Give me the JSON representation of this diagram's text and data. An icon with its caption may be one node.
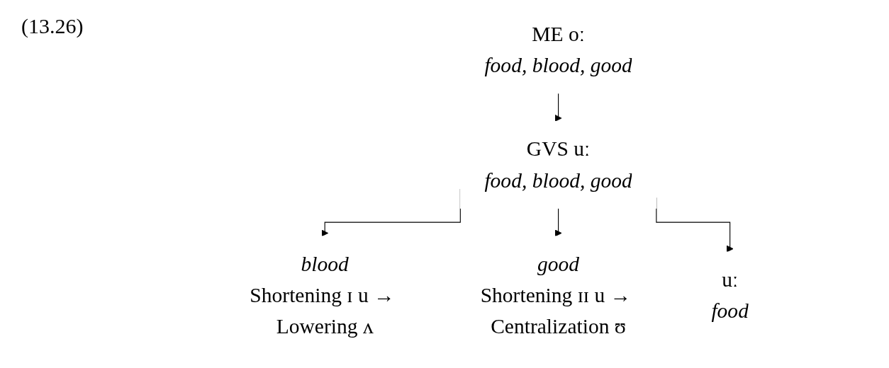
{
  "diagram": {
    "nodes": [
      {
        "text": [
          "ME oː",
          "food, blood, good"
        ]
      },
      {
        "text": [
          "GVS uː",
          "food, blood, good"
        ]
      },
      {
        "text": [
          "blood",
          "Shortening ɪ u → Lowering ʌ"
        ]
      },
      {
        "text": [
          "good",
          "Shortening ɪɪ u → Centralization ʊ"
        ]
      },
      {
        "text": [
          "uː",
          "food"
        ]
      }
    ],
    "edges": [
      {
        "from": 0,
        "to": 1,
        "arrow": "to"
      },
      {
        "from": 1,
        "to": 2,
        "arrow": "to"
      },
      {
        "from": 1,
        "to": 3,
        "arrow": "to"
      },
      {
        "from": 1,
        "to": 4,
        "arrow": "to"
      }
    ],
    "labels": [
      "(13.26)"
    ]
  }
}
